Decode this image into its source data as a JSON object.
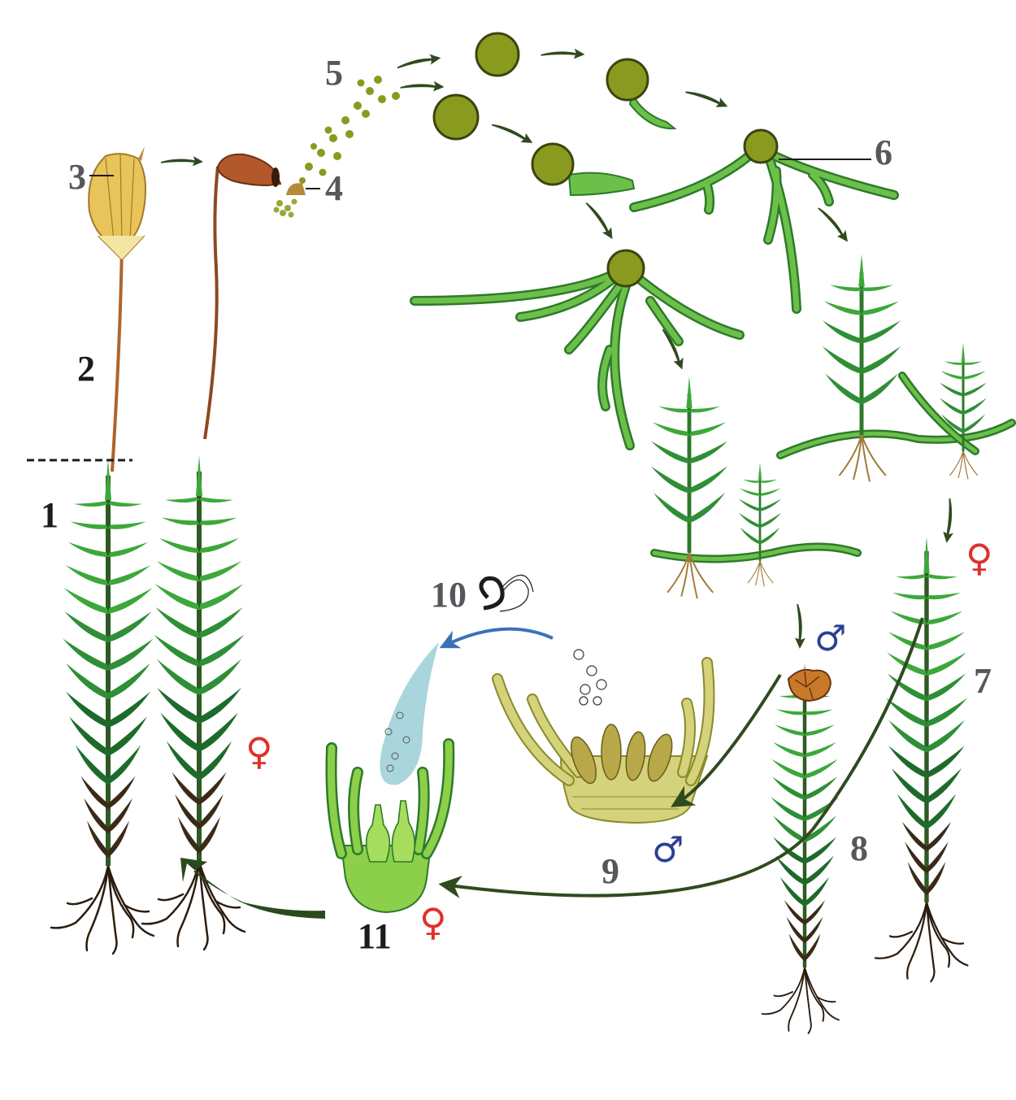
{
  "labels": {
    "n1": "1",
    "n2": "2",
    "n3": "3",
    "n4": "4",
    "n5": "5",
    "n6": "6",
    "n7": "7",
    "n8": "8",
    "n9": "9",
    "n10": "10",
    "n11": "11"
  },
  "symbols": {
    "female": "♀",
    "male": "♂"
  },
  "colors": {
    "leaf_light": "#3da83a",
    "leaf_dark": "#1d6b2a",
    "stem_base": "#3b2a17",
    "seta": "#b0642b",
    "spore": "#8a9a1f",
    "protonema": "#6cc04a",
    "arrow": "#2f4a1f",
    "sperm_arrow": "#3a72b8",
    "water": "#a9d6dc",
    "antheridium": "#d4d27a",
    "archegonium": "#8ccf4a",
    "female_symbol": "#e0302a",
    "male_symbol": "#2b3f93"
  },
  "icons": {
    "female": "female-symbol-icon",
    "male": "male-symbol-icon",
    "arrow": "arrow-icon"
  }
}
